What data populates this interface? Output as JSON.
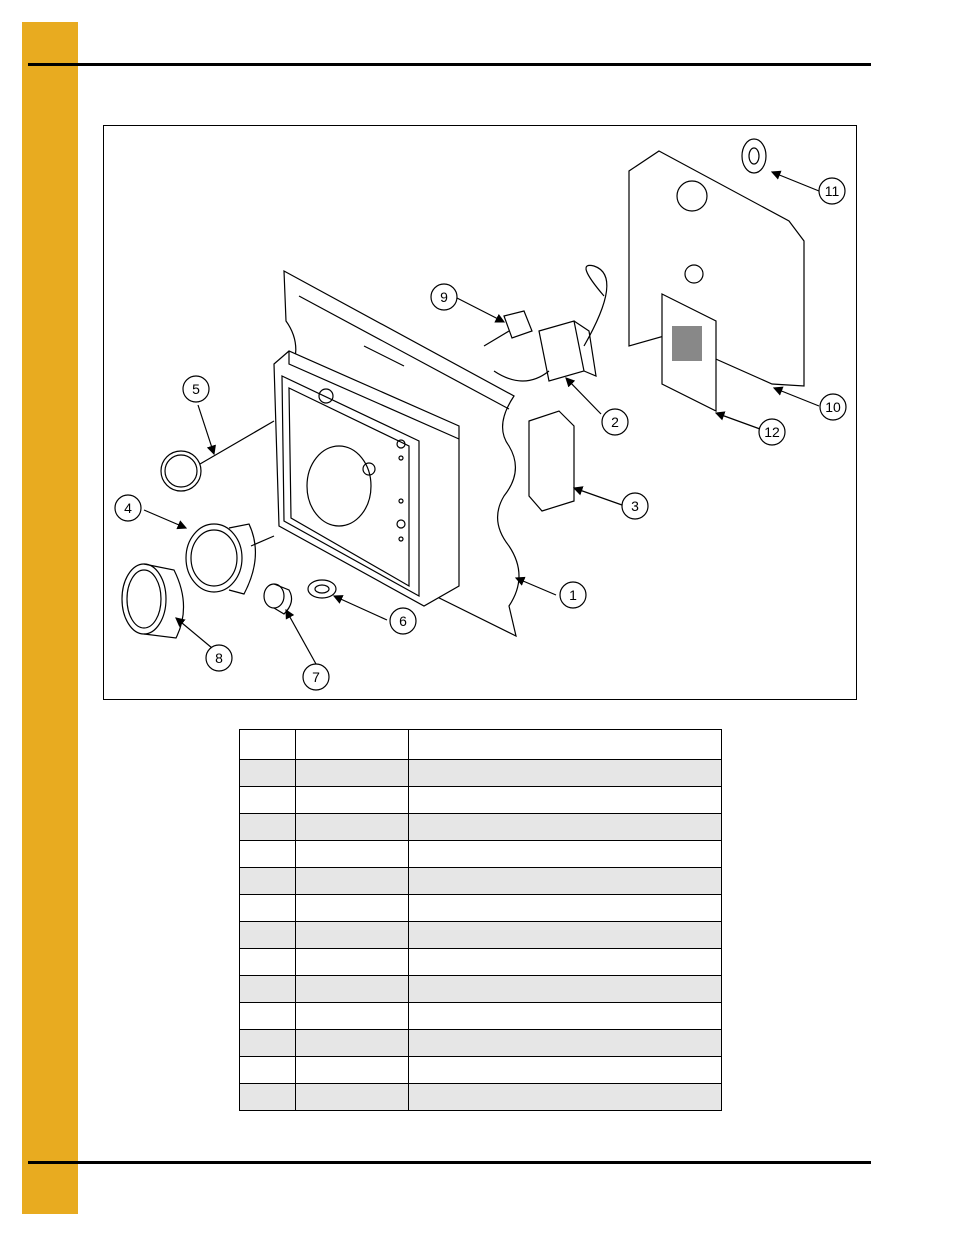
{
  "page": {
    "accent_color": "#e8ab20",
    "rule_color": "#000000"
  },
  "figure": {
    "callouts": [
      "1",
      "2",
      "3",
      "4",
      "5",
      "6",
      "7",
      "8",
      "9",
      "10",
      "11",
      "12"
    ]
  },
  "parts_table": {
    "headers": [
      "",
      "",
      ""
    ],
    "rows": [
      [
        "",
        "",
        ""
      ],
      [
        "",
        "",
        ""
      ],
      [
        "",
        "",
        ""
      ],
      [
        "",
        "",
        ""
      ],
      [
        "",
        "",
        ""
      ],
      [
        "",
        "",
        ""
      ],
      [
        "",
        "",
        ""
      ],
      [
        "",
        "",
        ""
      ],
      [
        "",
        "",
        ""
      ],
      [
        "",
        "",
        ""
      ],
      [
        "",
        "",
        ""
      ],
      [
        "",
        "",
        ""
      ],
      [
        "",
        "",
        ""
      ]
    ]
  }
}
